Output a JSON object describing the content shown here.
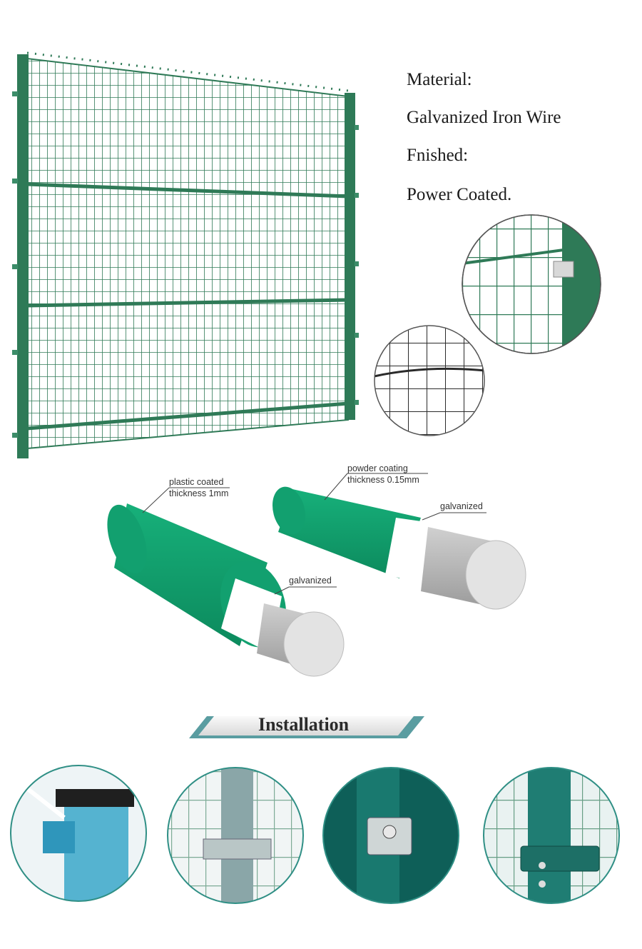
{
  "specs": {
    "material_label": "Material:",
    "material_value": "Galvanized Iron Wire",
    "finished_label": "Fnished:",
    "finished_value": "Power Coated."
  },
  "wires": {
    "left": {
      "coating": "plastic coated",
      "thickness": "thickness 1mm",
      "core": "galvanized"
    },
    "right": {
      "coating": "powder coating",
      "thickness": "thickness 0.15mm",
      "core": "galvanized"
    }
  },
  "installation": {
    "title": "Installation"
  },
  "colors": {
    "fence_green": "#2f7a57",
    "coating_green": "#0f9a6a",
    "galvanized": "#bdbdbd",
    "banner_teal": "#5a9da1"
  }
}
